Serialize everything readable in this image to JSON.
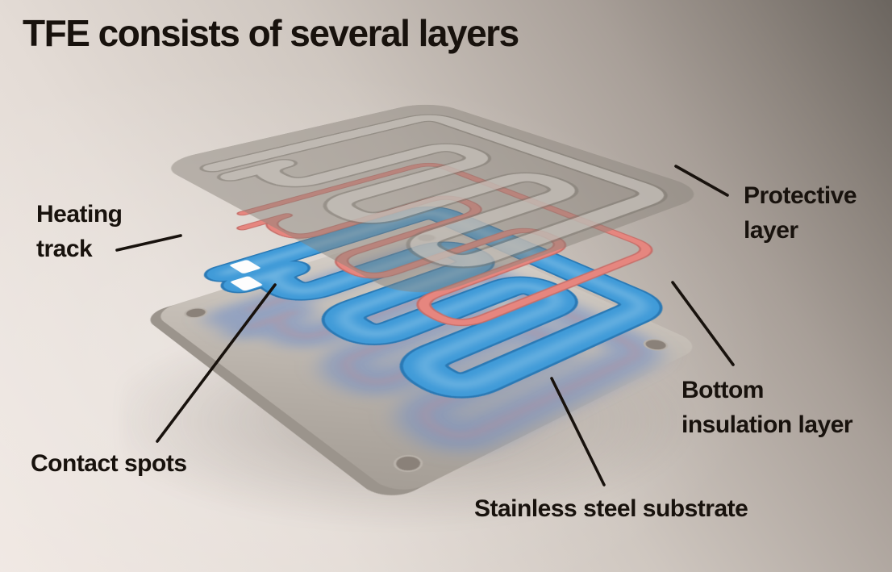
{
  "title": "TFE consists of several layers",
  "labels": {
    "heating_track": "Heating\ntrack",
    "protective_layer": "Protective\nlayer",
    "contact_spots": "Contact spots",
    "bottom_insulation_layer": "Bottom\ninsulation layer",
    "stainless_steel_substrate": "Stainless steel substrate"
  },
  "colors": {
    "background_top": "#6B655F",
    "background_bottom": "#F0E8E3",
    "text": "#18120D",
    "heating_track": "#E6867F",
    "heating_track_shade": "#C66D68",
    "insulation_blue": "#3F9AD8",
    "insulation_blue_shade": "#2A79B5",
    "insulation_sheen": "#A8D4EE",
    "substrate_glow_blue": "#6C8CC8",
    "substrate_side": "#9B948C",
    "contact_spot_white": "#FDFDFD",
    "protective_gray": "#87817A"
  }
}
